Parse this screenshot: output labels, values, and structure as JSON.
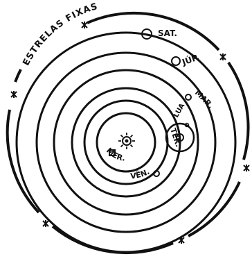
{
  "labels": {
    "fixed_stars": "ESTRELAS FIXAS",
    "saturn": "SAT.",
    "jupiter": "JÚP.",
    "mars": "MAR.",
    "earth": "TER.",
    "moon": "LUA",
    "venus": "VÊN.",
    "mercury": "MER."
  },
  "icons": {
    "sun": "sun-icon",
    "star": "star-icon"
  }
}
